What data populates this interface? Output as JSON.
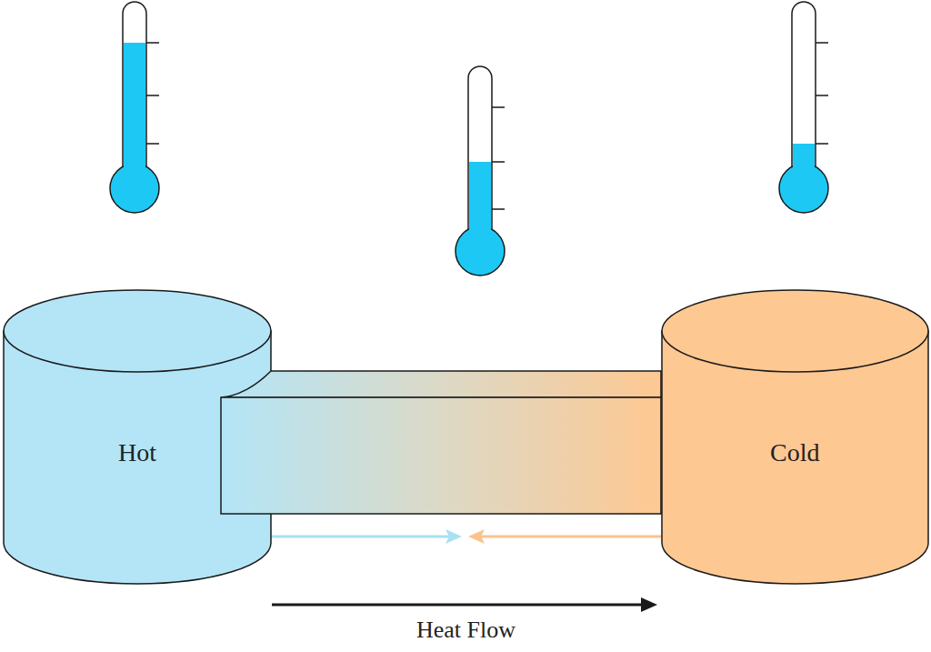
{
  "diagram": {
    "nodes": [
      {
        "text": [
          "Hot"
        ]
      },
      {
        "text": [
          "Cold"
        ]
      }
    ],
    "edges": [
      {
        "from": 0,
        "to": 1,
        "arrow": "to",
        "label": "Heat Flow"
      }
    ]
  }
}
